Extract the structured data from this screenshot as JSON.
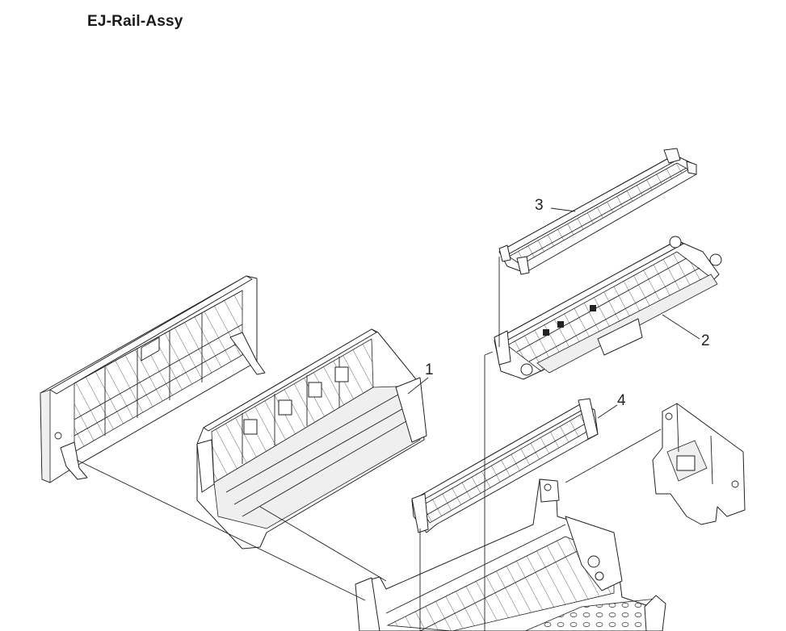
{
  "title": "EJ-Rail-Assy",
  "callouts": [
    "1",
    "2",
    "3",
    "4"
  ]
}
